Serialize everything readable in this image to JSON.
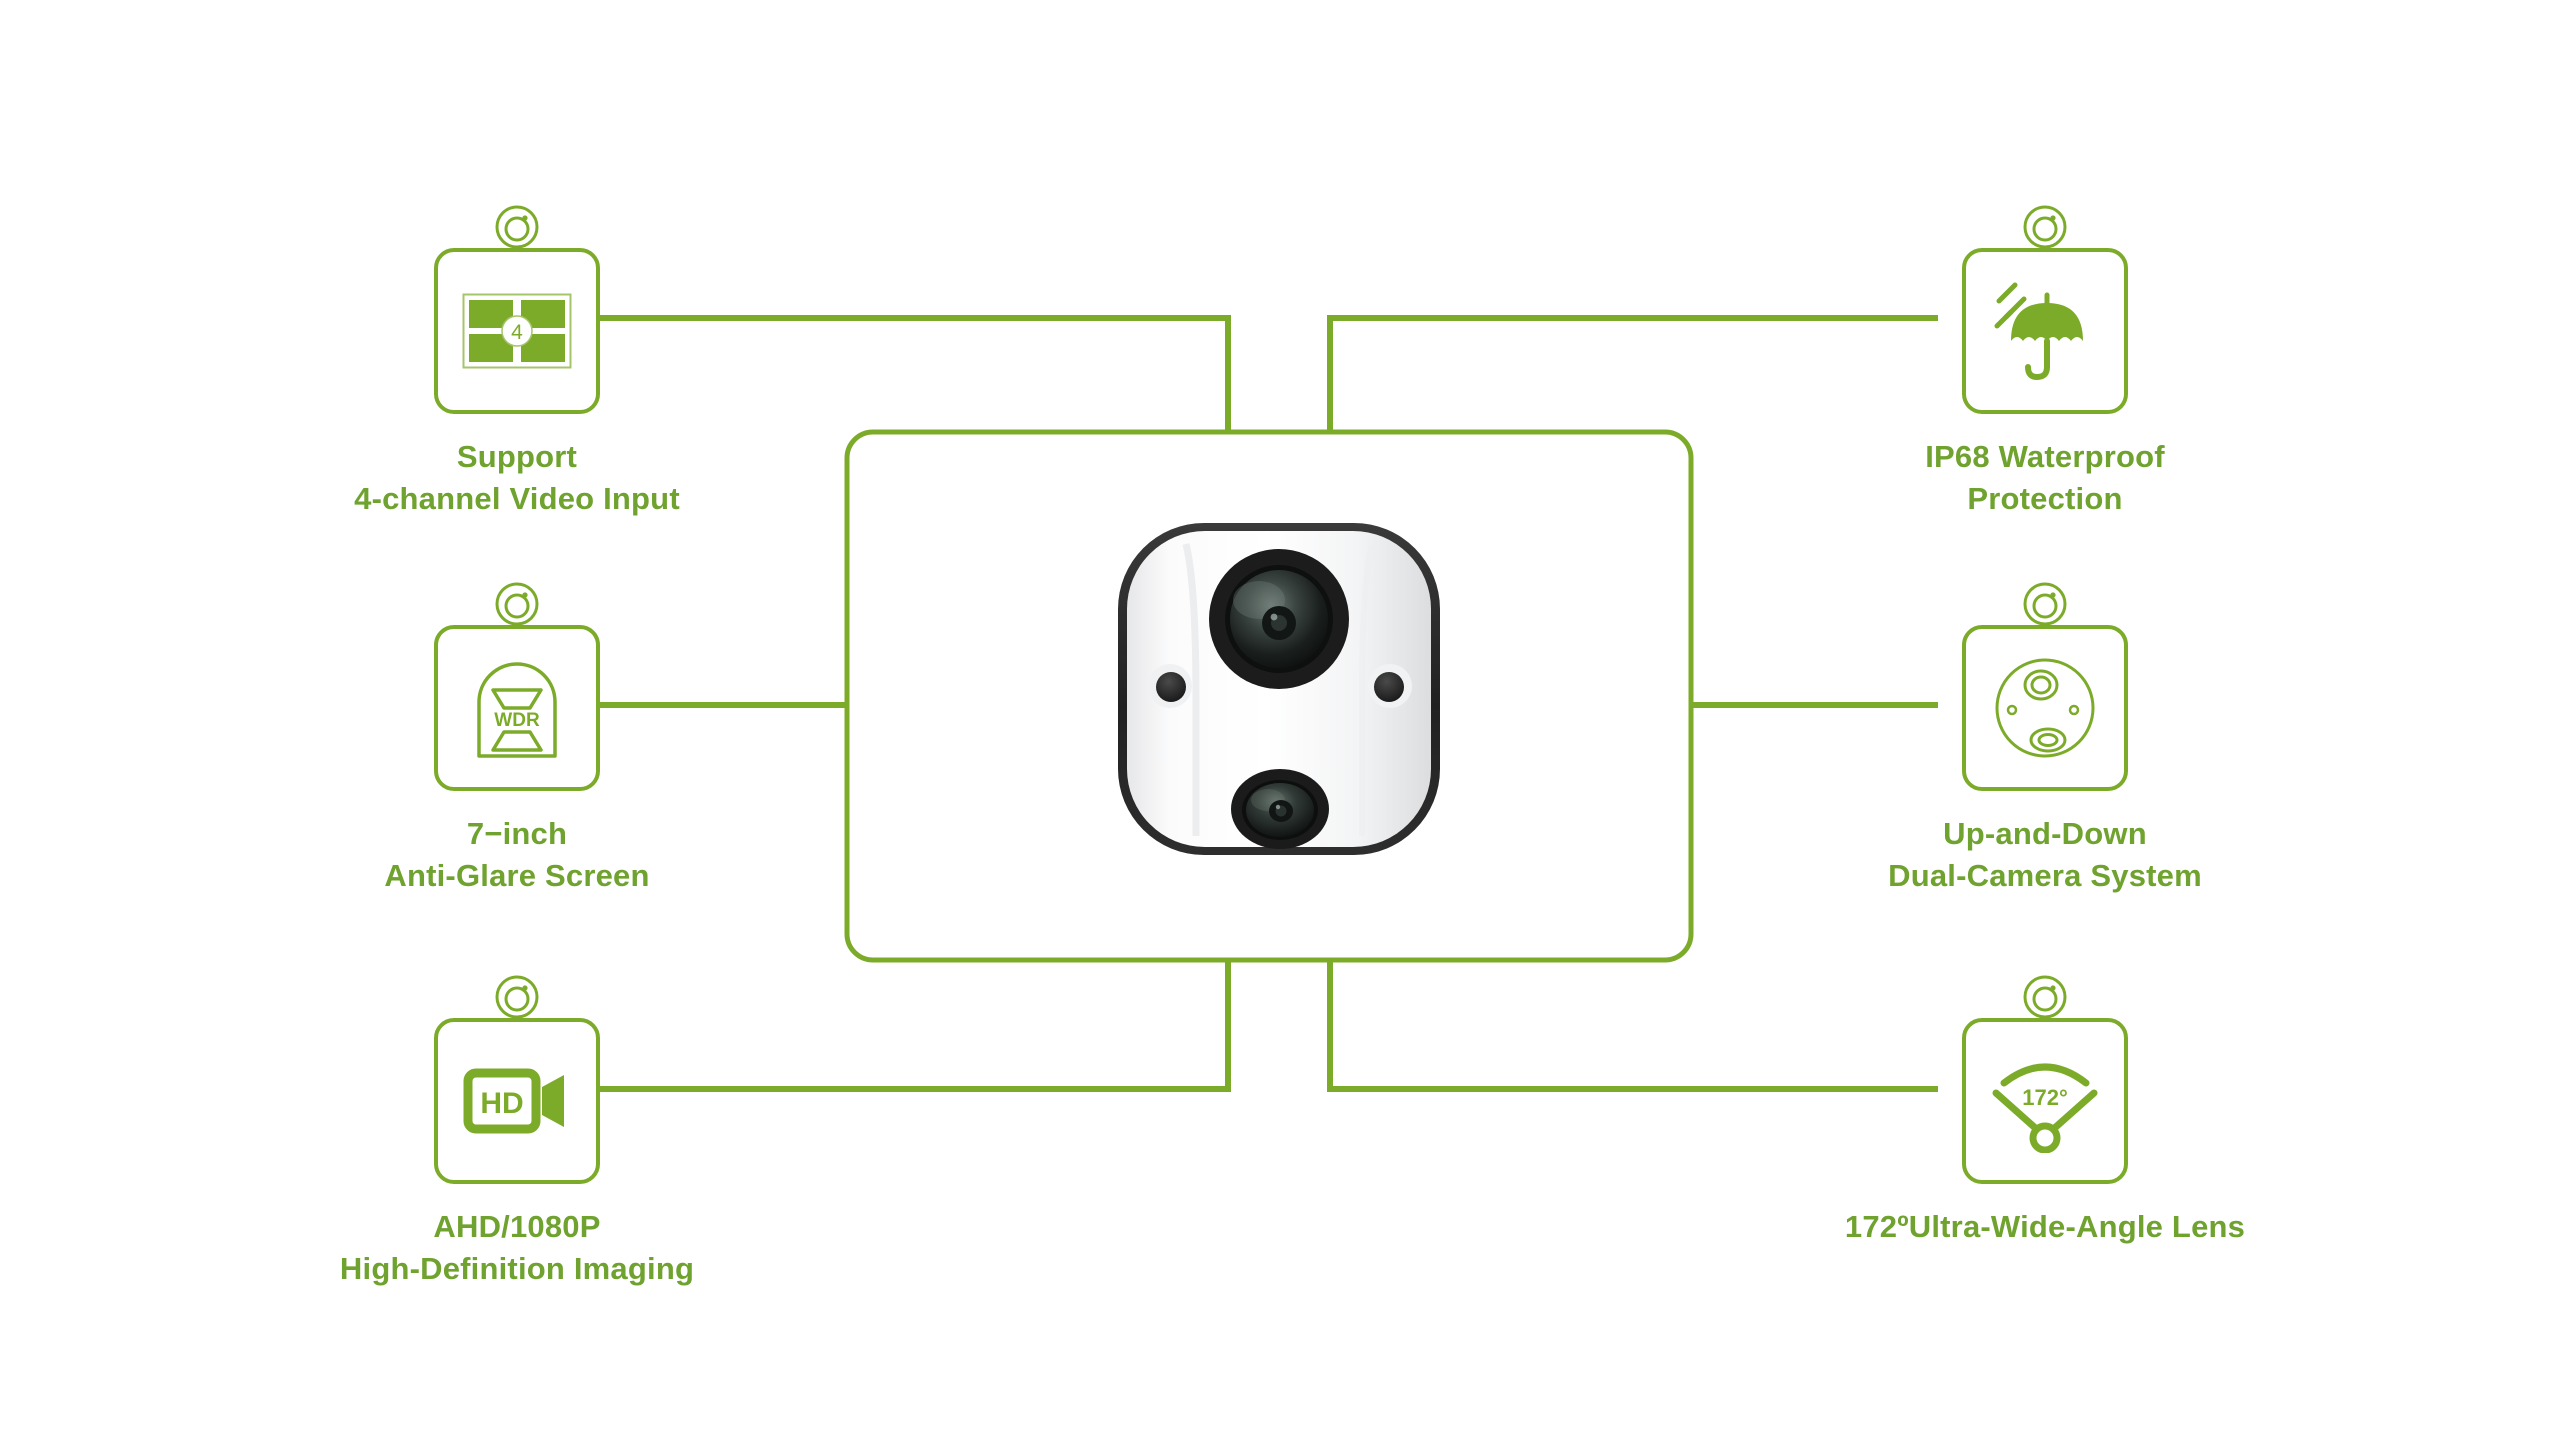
{
  "theme": {
    "accent": "#7CAB2A",
    "text_green": "#6FA22E",
    "background": "#FFFFFF",
    "camera_body": "#FAFAFA",
    "camera_trim": "#2B2B2B"
  },
  "features": [
    {
      "id": "channels",
      "icon": "four-channel-grid-icon",
      "icon_value": "4",
      "caption_lines": [
        "Support",
        "4-channel Video Input"
      ]
    },
    {
      "id": "screen",
      "icon": "wdr-monitor-icon",
      "icon_value": "WDR",
      "caption_lines": [
        "7−inch",
        "Anti-Glare Screen"
      ]
    },
    {
      "id": "hd",
      "icon": "hd-video-camera-icon",
      "icon_value": "HD",
      "caption_lines": [
        "AHD/1080P",
        "High-Definition Imaging"
      ]
    },
    {
      "id": "waterproof",
      "icon": "umbrella-rain-icon",
      "icon_value": "",
      "caption_lines": [
        "IP68 Waterproof",
        "Protection"
      ]
    },
    {
      "id": "dualcam",
      "icon": "dual-lens-camera-face-icon",
      "icon_value": "",
      "caption_lines": [
        "Up-and-Down",
        "Dual-Camera System"
      ]
    },
    {
      "id": "widelens",
      "icon": "wide-angle-gauge-icon",
      "icon_value": "172°",
      "caption_lines": [
        "172ºUltra-Wide-Angle Lens",
        ""
      ]
    }
  ],
  "center": {
    "product": "security-camera-photo",
    "description": "White bullet security camera with dual lenses"
  }
}
